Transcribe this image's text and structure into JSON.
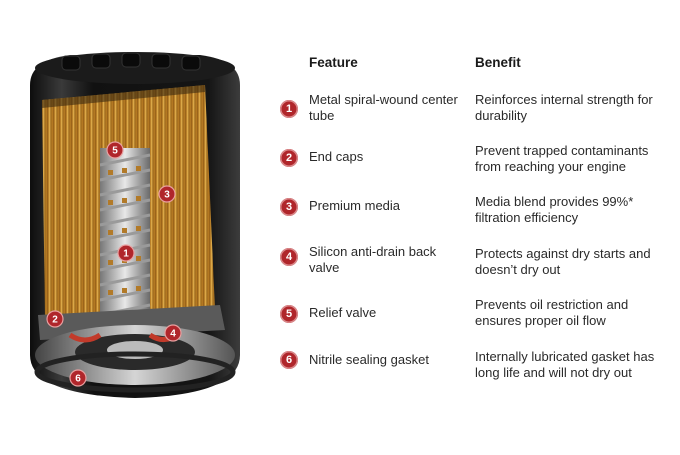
{
  "headers": {
    "feature": "Feature",
    "benefit": "Benefit"
  },
  "rows": [
    {
      "num": "1",
      "feature": "Metal spiral-wound center tube",
      "benefit": "Reinforces internal strength for durability"
    },
    {
      "num": "2",
      "feature": "End caps",
      "benefit": "Prevent trapped contaminants from reaching your engine"
    },
    {
      "num": "3",
      "feature": "Premium media",
      "benefit": "Media blend provides 99%* filtration efficiency"
    },
    {
      "num": "4",
      "feature": "Silicon anti-drain back valve",
      "benefit": "Protects against dry starts and doesn’t dry out"
    },
    {
      "num": "5",
      "feature": "Relief valve",
      "benefit": "Prevents oil restriction and ensures proper oil flow"
    },
    {
      "num": "6",
      "feature": "Nitrile sealing gasket",
      "benefit": "Internally lubricated gasket has long life and will not dry out"
    }
  ],
  "callouts": [
    "1",
    "2",
    "3",
    "4",
    "5",
    "6"
  ],
  "colors": {
    "badge": "#b0262b",
    "media": "#d8a23c",
    "housing": "#1c1c1c"
  }
}
